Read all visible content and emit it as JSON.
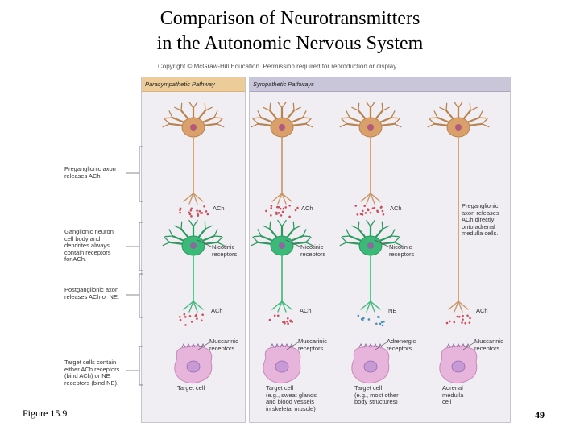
{
  "title": {
    "line1": "Comparison of Neurotransmitters",
    "line2": "in the Autonomic Nervous System"
  },
  "copyright": "Copyright © McGraw-Hill Education. Permission required for reproduction or display.",
  "figure_label": "Figure 15.9",
  "page_number": "49",
  "panels": {
    "parasympathetic": "Parasympathetic Pathway",
    "sympathetic": "Sympathetic Pathways"
  },
  "side_labels": {
    "preganglionic": [
      "Preganglionic axon",
      "releases ACh."
    ],
    "ganglionic": [
      "Ganglionic neuron",
      "cell body and",
      "dendrites always",
      "contain receptors",
      "for ACh."
    ],
    "postganglionic": [
      "Postganglionic axon",
      "releases ACh or NE."
    ],
    "target": [
      "Target cells contain",
      "either ACh receptors",
      "(bind ACh) or NE",
      "receptors (bind NE)."
    ]
  },
  "columns": [
    {
      "top_nt": "ACh",
      "nicotinic": [
        "Nicotinic",
        "receptors"
      ],
      "bottom_nt": "ACh",
      "receptor": [
        "Muscarinic",
        "receptors"
      ],
      "target": [
        "Target cell"
      ]
    },
    {
      "top_nt": "ACh",
      "nicotinic": [
        "Nicotinic",
        "receptors"
      ],
      "bottom_nt": "ACh",
      "receptor": [
        "Muscarinic",
        "receptors"
      ],
      "target": [
        "Target cell",
        "(e.g., sweat glands",
        "and blood vessels",
        "in skeletal muscle)"
      ]
    },
    {
      "top_nt": "ACh",
      "nicotinic": [
        "Nicotinic",
        "receptors"
      ],
      "bottom_nt": "NE",
      "receptor": [
        "Adrenergic",
        "receptors"
      ],
      "target": [
        "Target cell",
        "(e.g., most other",
        "body structures)"
      ]
    },
    {
      "adrenal_note": [
        "Preganglionic",
        "axon releases",
        "ACh directly",
        "onto adrenal",
        "medulla cells."
      ],
      "bottom_nt": "ACh",
      "receptor": [
        "Muscarinic",
        "receptors"
      ],
      "target": [
        "Adrenal",
        "medulla",
        "cell"
      ]
    }
  ],
  "colors": {
    "preganglionic_neuron": "#d9a06c",
    "ganglionic_neuron": "#3cb878",
    "target_cell": "#e7b4dc",
    "ach_dot": "#c8505a",
    "ne_dot": "#4a8fb8",
    "para_header": "#eccd9a",
    "symp_header": "#c9c6da"
  }
}
